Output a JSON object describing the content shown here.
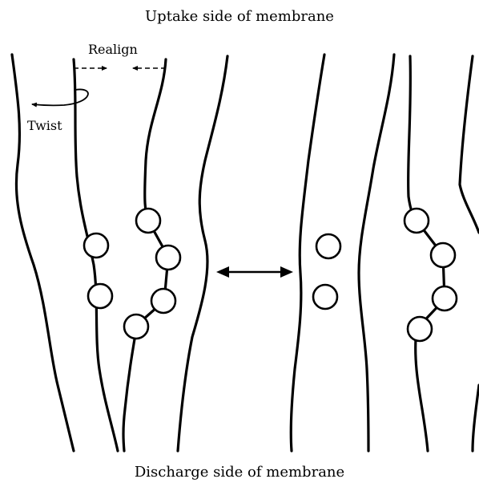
{
  "labels": {
    "top": "Uptake side of membrane",
    "bottom": "Discharge side of membrane",
    "realign": "Realign",
    "twist": "Twist"
  },
  "colors": {
    "ink": "#000000",
    "background": "#ffffff"
  },
  "icons": {
    "arrow": "double-headed-arrow",
    "circle": "binding-site-circle"
  }
}
